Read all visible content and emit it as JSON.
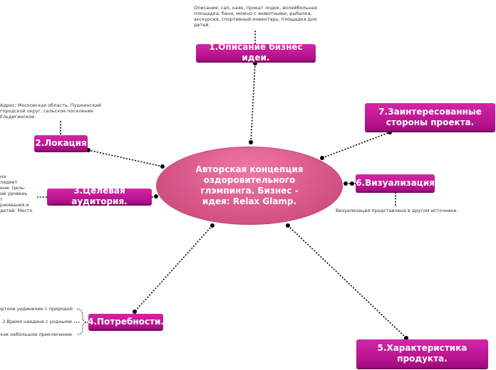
{
  "central": {
    "label": "Авторская концепция оздоровительного глэмпинга. Бизнес - идея: Relax Glamp."
  },
  "topics": {
    "t1": "1.Описание бизнес идеи.",
    "t2": "2.Локация",
    "t3": "3.Целевая аудитория.",
    "t4": "4.Потребности.",
    "t5": "5.Характеристика продукта.",
    "t6": "6.Визуализация",
    "t7": "7.Заинтересованные стороны проекта."
  },
  "notes": {
    "n1": "Описание: сап, каяк, прокат лодок, волейбольная площадка, баня, можно с животными, рыбалка, экскурсия, спортивный инвентарь, площадка для детей.",
    "n2": "Адрес: Московская область, Пушкинский городской округ, сельское поселение Ельдигинское.",
    "n3": "на\nладеет\nени. Цель-\nий уровень\nт\nрживания и\nдетей. Место",
    "n6": "Визуализация представлена в другом источникe."
  },
  "needs": [
    "ортное уединение с природой",
    "2.Время наедине с родными",
    "как небольшое приключение"
  ],
  "colors": {
    "central_fill": "#d9588b",
    "topic_fill": "#b81390",
    "connector": "#000000"
  }
}
